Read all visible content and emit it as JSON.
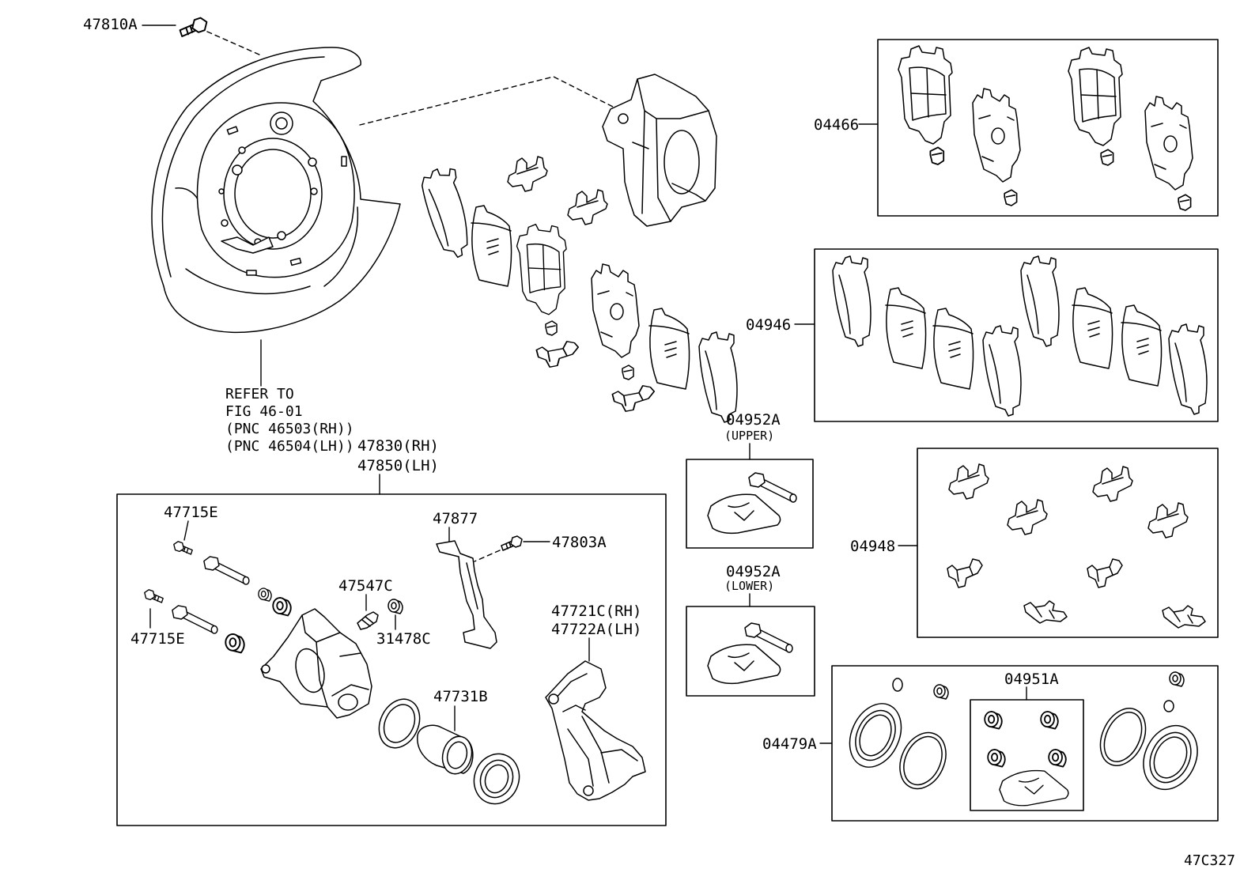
{
  "drawing_id": "47C327",
  "backing_plate": {
    "bolt_part": "47810A",
    "refer_note": [
      "REFER TO",
      "FIG 46-01",
      "(PNC 46503(RH))",
      "(PNC 46504(LH))"
    ]
  },
  "caliper_assy": {
    "part_rh": "47830(RH)",
    "part_lh": "47850(LH)",
    "bolt_upper": "47715E",
    "bolt_lower": "47715E",
    "spring": "47877",
    "spring_bolt": "47803A",
    "bleeder_plug": "47547C",
    "bleeder_cap": "31478C",
    "mounting_rh": "47721C(RH)",
    "mounting_lh": "47722A(LH)",
    "piston": "47731B"
  },
  "kits": {
    "k04466": "04466",
    "k04946": "04946",
    "guide_pin_upper": {
      "part": "04952A",
      "note": "(UPPER)"
    },
    "guide_pin_lower": {
      "part": "04952A",
      "note": "(LOWER)"
    },
    "k04948": "04948",
    "k04479A": "04479A",
    "k04951A": "04951A"
  },
  "style": {
    "line_color": "#000000",
    "background": "#ffffff"
  }
}
